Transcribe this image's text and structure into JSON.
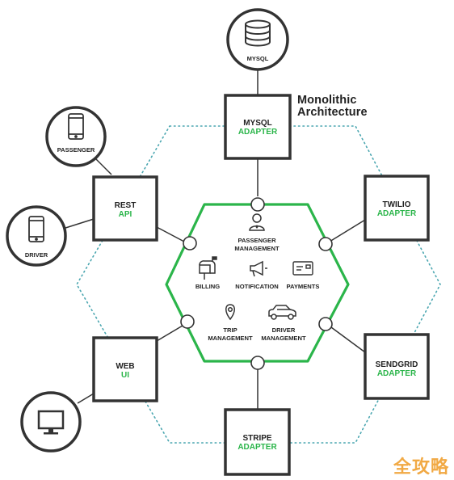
{
  "title": {
    "line1": "Monolithic",
    "line2": "Architecture"
  },
  "colors": {
    "green": "#2bb54a",
    "dark": "#333333",
    "dotted": "#4aa6b0"
  },
  "mysql_db": {
    "label": "MYSQL"
  },
  "mysql_adapter": {
    "line1": "MYSQL",
    "line2": "ADAPTER"
  },
  "rest_api": {
    "line1": "REST",
    "line2": "API"
  },
  "web_ui": {
    "line1": "WEB",
    "line2": "UI"
  },
  "twilio_adapter": {
    "line1": "TWILIO",
    "line2": "ADAPTER"
  },
  "sendgrid_adapter": {
    "line1": "SENDGRID",
    "line2": "ADAPTER"
  },
  "stripe_adapter": {
    "line1": "STRIPE",
    "line2": "ADAPTER"
  },
  "passenger_client": {
    "label": "PASSENGER"
  },
  "driver_client": {
    "label": "DRIVER"
  },
  "modules": {
    "passenger_management": {
      "line1": "PASSENGER",
      "line2": "MANAGEMENT"
    },
    "billing": {
      "label": "BILLING"
    },
    "notification": {
      "label": "NOTIFICATION"
    },
    "payments": {
      "label": "PAYMENTS"
    },
    "trip_management": {
      "line1": "TRIP",
      "line2": "MANAGEMENT"
    },
    "driver_management": {
      "line1": "DRIVER",
      "line2": "MANAGEMENT"
    }
  },
  "watermark": "全攻略"
}
